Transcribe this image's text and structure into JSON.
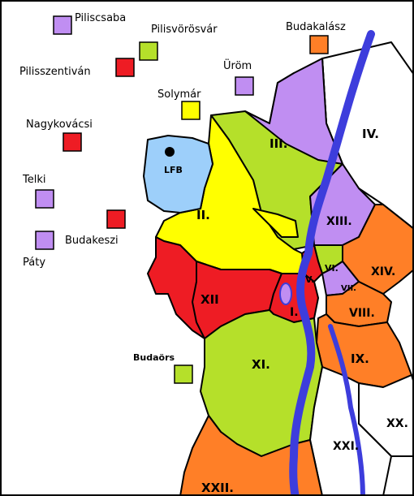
{
  "colors": {
    "green": "#b5e02a",
    "yellow": "#ffff00",
    "red": "#ee1c24",
    "orange": "#ff7f27",
    "purple": "#c08ef2",
    "blue": "#9dcffa",
    "white": "#ffffff",
    "river": "#3d3ddc"
  },
  "marker": {
    "label": "LFB"
  },
  "districts": [
    {
      "id": "II",
      "label": "II.",
      "color": "yellow"
    },
    {
      "id": "III",
      "label": "III.",
      "color": "green"
    },
    {
      "id": "IV",
      "label": "IV.",
      "color": "white"
    },
    {
      "id": "XIII",
      "label": "XIII.",
      "color": "purple"
    },
    {
      "id": "XIV",
      "label": "XIV.",
      "color": "orange"
    },
    {
      "id": "VI",
      "label": "VI.",
      "color": "green"
    },
    {
      "id": "VII",
      "label": "VII.",
      "color": "purple"
    },
    {
      "id": "V",
      "label": "V.",
      "color": "red"
    },
    {
      "id": "VIII",
      "label": "VIII.",
      "color": "orange"
    },
    {
      "id": "I",
      "label": "I.",
      "color": "red"
    },
    {
      "id": "XII",
      "label": "XII",
      "color": "red"
    },
    {
      "id": "IX",
      "label": "IX.",
      "color": "orange"
    },
    {
      "id": "XI",
      "label": "XI.",
      "color": "green"
    },
    {
      "id": "XX",
      "label": "XX.",
      "color": "white"
    },
    {
      "id": "XXI",
      "label": "XXI.",
      "color": "white"
    },
    {
      "id": "XXII",
      "label": "XXII.",
      "color": "orange"
    }
  ],
  "towns": [
    {
      "id": "piliscsaba",
      "name": "Piliscsaba",
      "color": "purple"
    },
    {
      "id": "pilisvorosvar",
      "name": "Pilisvörösvár",
      "color": "green"
    },
    {
      "id": "budakalasz",
      "name": "Budakalász",
      "color": "orange"
    },
    {
      "id": "pilisszentivan",
      "name": "Pilisszentiván",
      "color": "red"
    },
    {
      "id": "urom",
      "name": "Üröm",
      "color": "purple"
    },
    {
      "id": "solymar",
      "name": "Solymár",
      "color": "yellow"
    },
    {
      "id": "nagykovacsi",
      "name": "Nagykovácsi",
      "color": "red"
    },
    {
      "id": "telki",
      "name": "Telki",
      "color": "purple"
    },
    {
      "id": "budakeszi",
      "name": "Budakeszi",
      "color": "red"
    },
    {
      "id": "paty",
      "name": "Páty",
      "color": "purple"
    },
    {
      "id": "budaors",
      "name": "Budaörs",
      "color": "green"
    }
  ]
}
